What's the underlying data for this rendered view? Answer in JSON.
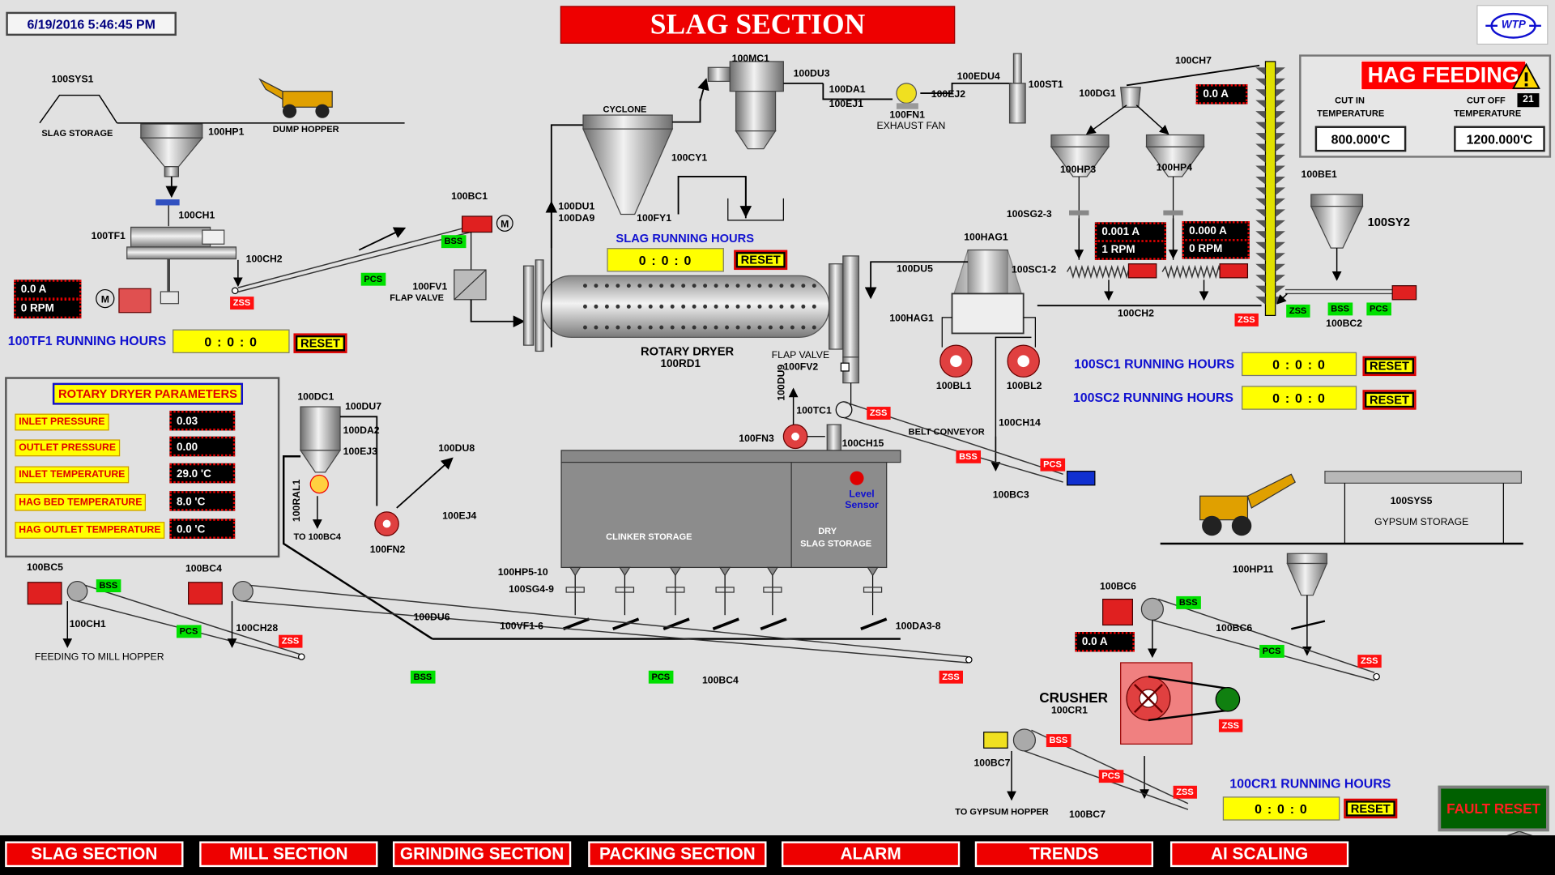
{
  "datetime": "6/19/2016 5:46:45 PM",
  "title": "SLAG SECTION",
  "logo_text": "WTP",
  "labels": {
    "sys1": "100SYS1",
    "slag_storage": "SLAG STORAGE",
    "dump_hopper": "DUMP HOPPER",
    "hp1": "100HP1",
    "ch1": "100CH1",
    "tf1": "100TF1",
    "ch2": "100CH2",
    "bc1": "100BC1",
    "fv1": "100FV1",
    "flap_valve": "FLAP VALVE",
    "cyclone": "CYCLONE",
    "mc1": "100MC1",
    "du3": "100DU3",
    "da1": "100DA1",
    "ej1": "100EJ1",
    "fn1": "100FN1",
    "exhaust_fan": "EXHAUST FAN",
    "ej2": "100EJ2",
    "edu4": "100EDU4",
    "st1": "100ST1",
    "cy1": "100CY1",
    "fy1": "100FY1",
    "du1": "100DU1",
    "da9": "100DA9",
    "ch7": "100CH7",
    "dg1": "100DG1",
    "hp3": "100HP3",
    "hp4": "100HP4",
    "sg2_3": "100SG2-3",
    "sc1_2": "100SC1-2",
    "hag1_top": "100HAG1",
    "du5": "100DU5",
    "hag1": "100HAG1",
    "bl1": "100BL1",
    "bl2": "100BL2",
    "ch2b": "100CH2",
    "be1": "100BE1",
    "sy2": "100SY2",
    "bc2": "100BC2",
    "rotary_dryer": "ROTARY DRYER",
    "rd1": "100RD1",
    "flap_valve2": "FLAP VALVE",
    "fv2": "100FV2",
    "du9": "100DU9",
    "tc1": "100TC1",
    "fn3": "100FN3",
    "ch15": "100CH15",
    "belt_conveyor": "BELT CONVEYOR",
    "ch14": "100CH14",
    "bc3": "100BC3",
    "dc1": "100DC1",
    "du7": "100DU7",
    "da2": "100DA2",
    "ej3": "100EJ3",
    "ral1": "100RAL1",
    "to_bc4": "TO 100BC4",
    "du8": "100DU8",
    "ej4": "100EJ4",
    "fn2": "100FN2",
    "clinker_storage": "CLINKER STORAGE",
    "dry": "DRY",
    "slag_storage2": "SLAG STORAGE",
    "level": "Level",
    "sensor": "Sensor",
    "hp5_10": "100HP5-10",
    "sg4_9": "100SG4-9",
    "vf1_6": "100VF1-6",
    "da3_8": "100DA3-8",
    "du6": "100DU6",
    "bc5": "100BC5",
    "ch1b": "100CH1",
    "feeding": "FEEDING TO MILL HOPPER",
    "bc4a": "100BC4",
    "ch28": "100CH28",
    "bc4b": "100BC4",
    "sys5": "100SYS5",
    "gypsum_storage": "GYPSUM STORAGE",
    "hp11": "100HP11",
    "bc6a": "100BC6",
    "bc6b": "100BC6",
    "crusher": "CRUSHER",
    "cr1": "100CR1",
    "bc7a": "100BC7",
    "to_gypsum": "TO GYPSUM HOPPER",
    "bc7b": "100BC7",
    "slag_running_hours": "SLAG RUNNING HOURS",
    "tf1_running_hours": "100TF1 RUNNING HOURS",
    "sc1_running_hours": "100SC1 RUNNING HOURS",
    "sc2_running_hours": "100SC2 RUNNING HOURS",
    "cr1_running_hours": "100CR1 RUNNING HOURS",
    "motor": "M"
  },
  "displays": {
    "tf1_current": "0.0 A",
    "tf1_rpm": "0 RPM",
    "ch7_current": "0.0 A",
    "sc1_current": "0.001 A",
    "sc1_rpm": "1 RPM",
    "sc2_current": "0.000 A",
    "sc2_rpm": "0 RPM",
    "bc6_current": "0.0 A"
  },
  "hours": {
    "slag": "0 :   0 :   0",
    "tf1": "0 :   0 :   0",
    "sc1": "0 :   0 :   0",
    "sc2": "0 :   0 :   0",
    "cr1": "0 :   0 :   0"
  },
  "reset_label": "RESET",
  "tags": {
    "bss": "BSS",
    "pcs": "PCS",
    "zss": "ZSS"
  },
  "dryer_params": {
    "title": "ROTARY DRYER PARAMETERS",
    "rows": [
      {
        "label": "INLET PRESSURE",
        "value": "0.03"
      },
      {
        "label": "OUTLET PRESSURE",
        "value": "0.00"
      },
      {
        "label": "INLET TEMPERATURE",
        "value": "29.0 'C"
      },
      {
        "label": "HAG BED TEMPERATURE",
        "value": "8.0 'C"
      },
      {
        "label": "HAG OUTLET TEMPERATURE",
        "value": "0.0 'C"
      }
    ]
  },
  "hag_feeding": {
    "title": "HAG FEEDING",
    "cut_in": "CUT IN",
    "cut_in2": "TEMPERATURE",
    "cut_off": "CUT OFF",
    "cut_off2": "TEMPERATURE",
    "cut_in_value": "800.000'C",
    "cut_off_value": "1200.000'C",
    "badge": "21"
  },
  "nav": [
    "SLAG SECTION",
    "MILL SECTION",
    "GRINDING SECTION",
    "PACKING SECTION",
    "ALARM",
    "TRENDS",
    "AI SCALING"
  ],
  "fault_reset": "FAULT RESET",
  "colors": {
    "accent": "#ee0000",
    "hours_bg": "#ffff00",
    "status_green": "#00e000",
    "status_red": "#ff1010",
    "link_blue": "#1010d0"
  }
}
